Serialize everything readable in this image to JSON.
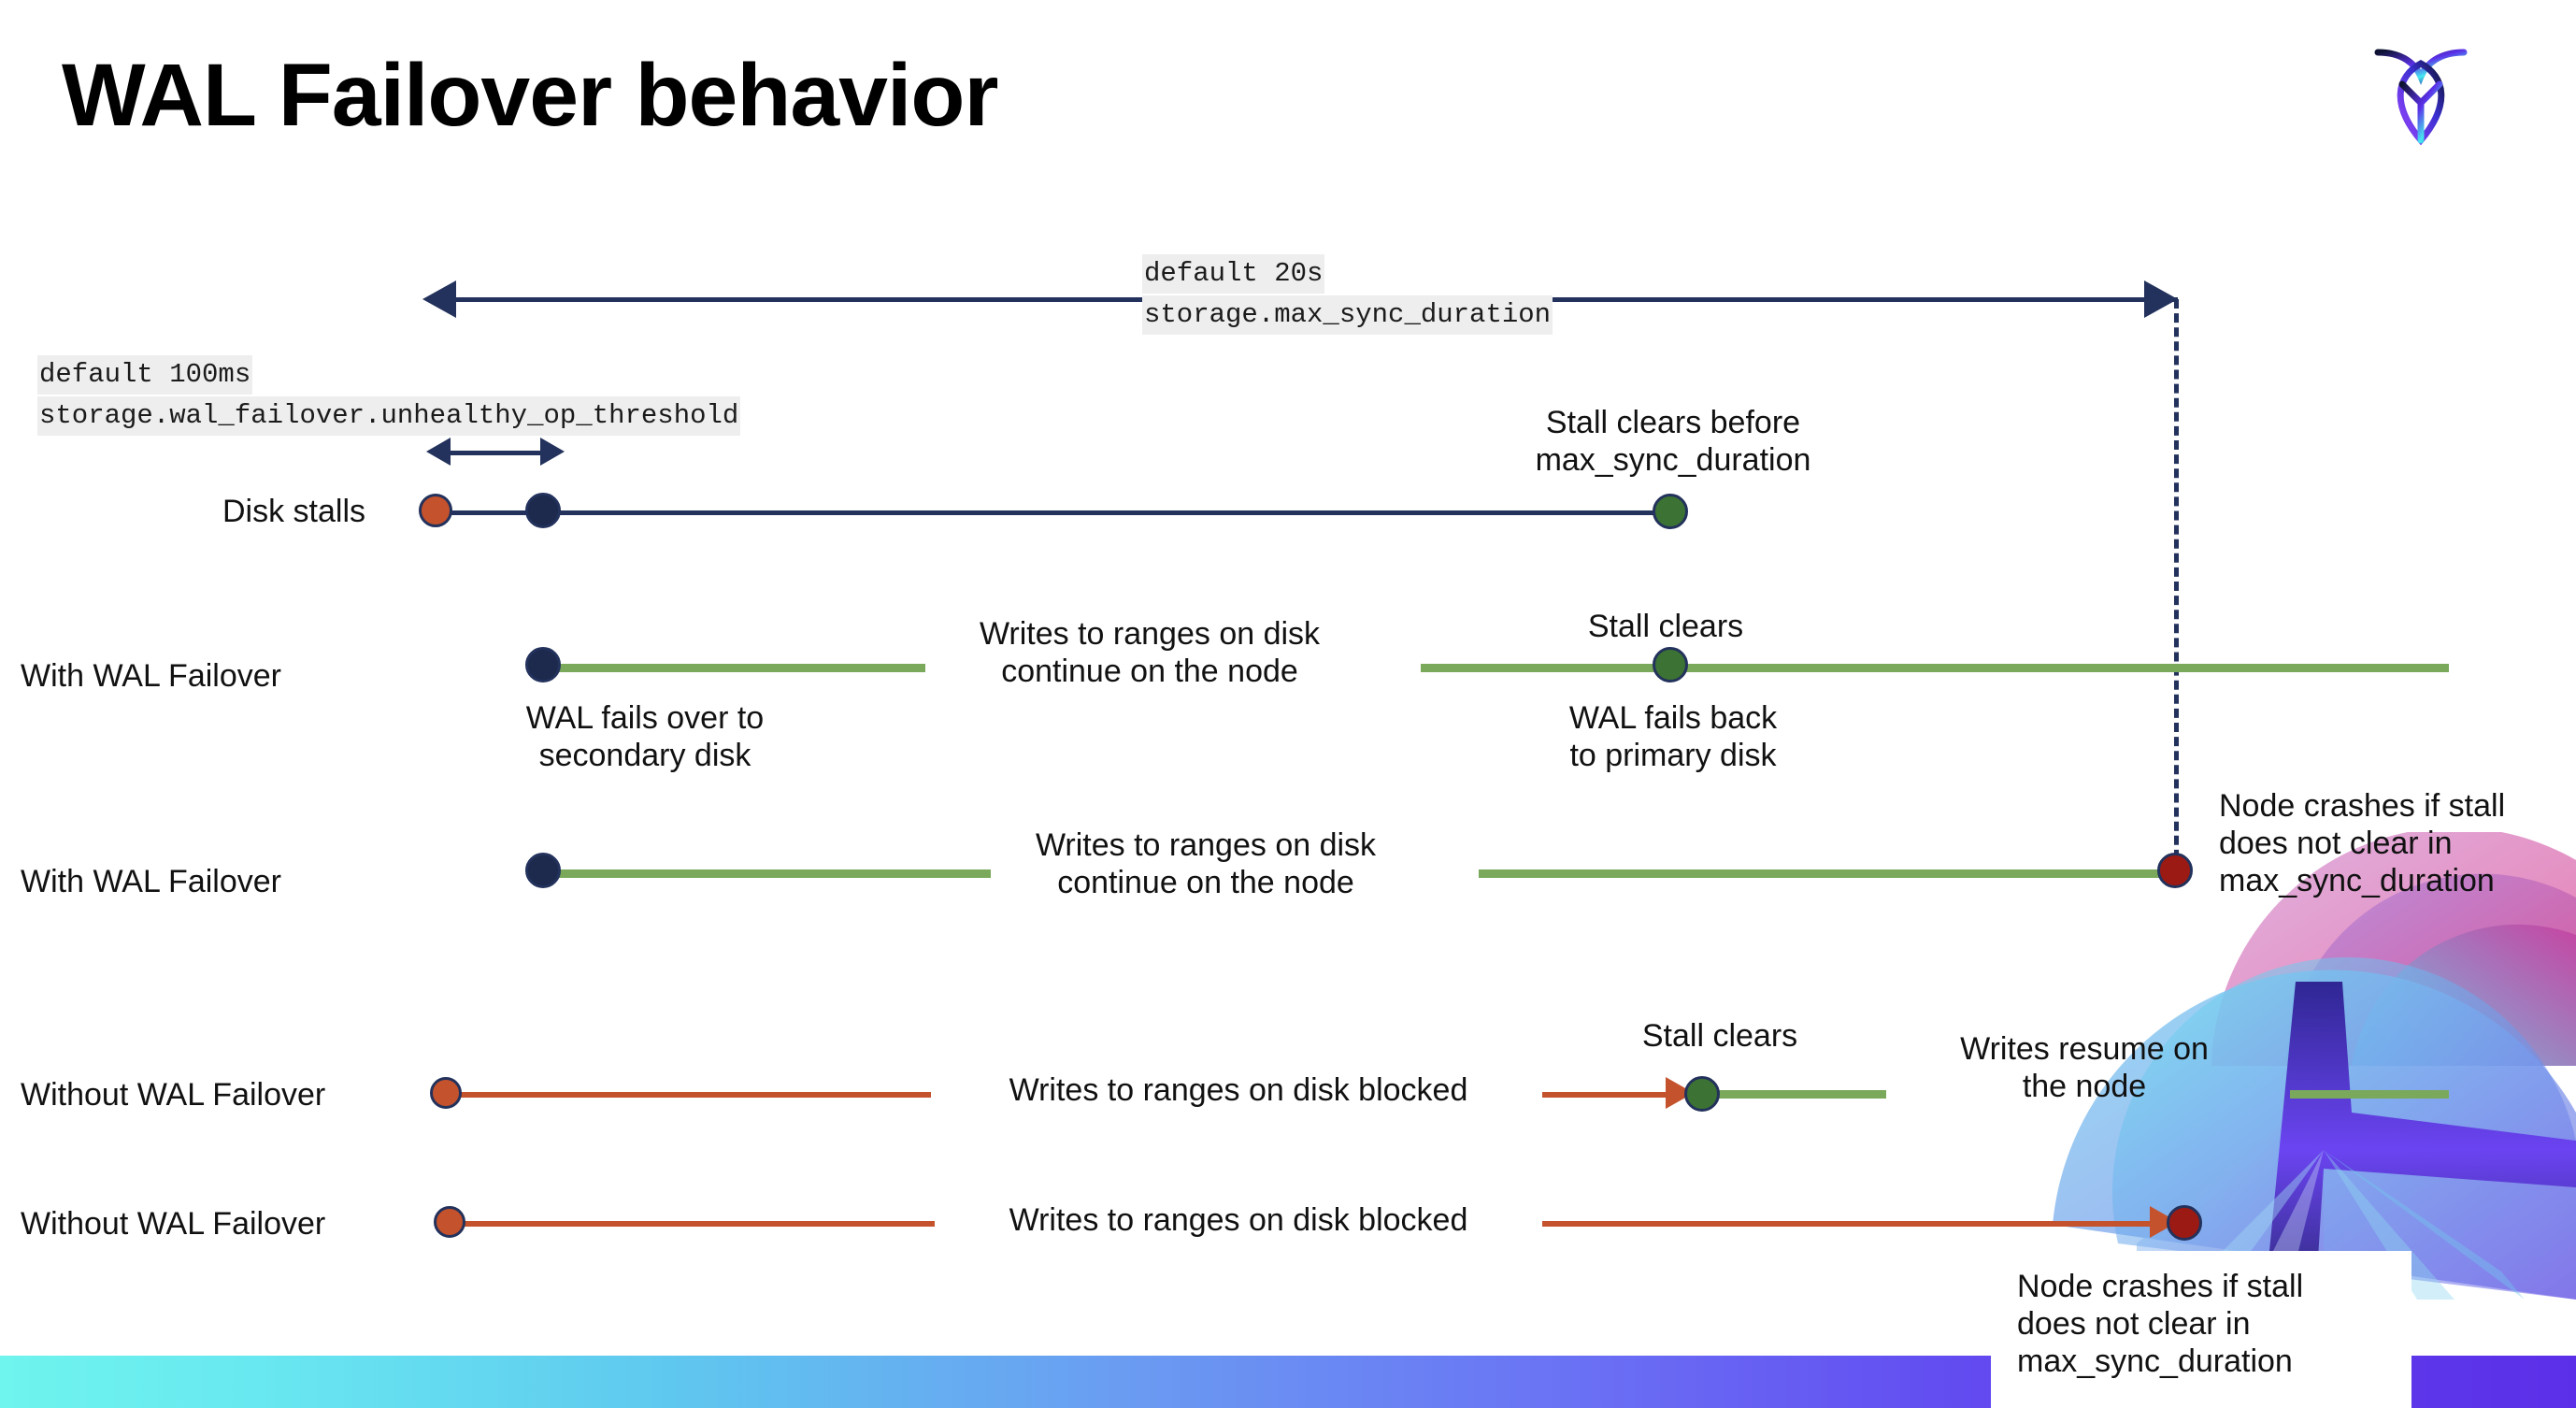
{
  "slide": {
    "title": "WAL Failover behavior",
    "logo_name": "cockroachdb-logo"
  },
  "annotations": {
    "max_sync": {
      "default": "default 20s",
      "setting": "storage.max_sync_duration"
    },
    "unhealthy_op": {
      "default": "default 100ms",
      "setting": "storage.wal_failover.unhealthy_op_threshold"
    }
  },
  "rows": [
    {
      "id": "disk-stalls",
      "label": "Disk stalls",
      "notes": [
        "Stall clears before\nmax_sync_duration"
      ]
    },
    {
      "id": "with-wal-failover-1",
      "label": "With WAL Failover",
      "notes": [
        "Writes to ranges on disk\ncontinue on the node",
        "Stall clears",
        "WAL fails over to\nsecondary disk",
        "WAL fails  back\nto primary disk"
      ]
    },
    {
      "id": "with-wal-failover-2",
      "label": "With WAL Failover",
      "notes": [
        "Writes to ranges on disk\ncontinue on the node",
        "Node crashes if stall\ndoes not clear in\nmax_sync_duration"
      ]
    },
    {
      "id": "without-wal-failover-1",
      "label": "Without WAL Failover",
      "notes": [
        "Writes to ranges on disk  blocked",
        "Stall clears",
        "Writes resume on\nthe node"
      ]
    },
    {
      "id": "without-wal-failover-2",
      "label": "Without WAL Failover",
      "notes": [
        "Writes to ranges on disk  blocked",
        "Node crashes if stall\ndoes not clear in\nmax_sync_duration"
      ]
    }
  ],
  "colors": {
    "navy": "#23325c",
    "green_line": "#7aa95c",
    "orange_line": "#c4522c",
    "dot_orange": "#c4522c",
    "dot_navy": "#1d2a4d",
    "dot_green": "#3c7233",
    "dot_dark_red": "#9b1a14",
    "code_bg": "#eeeeee"
  }
}
